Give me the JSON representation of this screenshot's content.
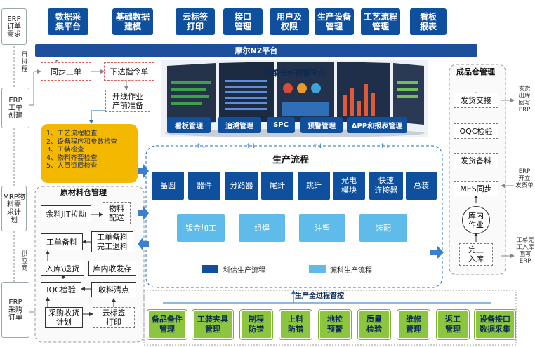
{
  "top_modules": [
    "数据采\n集平台",
    "基础数据\n建模",
    "云标签\n打印",
    "接口\n管理",
    "用户及\n权限",
    "生产设备\n管理",
    "工艺流程\n管理",
    "看板\n报表"
  ],
  "platform": "摩尔N2平台",
  "decision": {
    "title": "决策分析预警平台",
    "modules": [
      "看板管理",
      "追溯管理",
      "SPC",
      "预警管理",
      "APP和报表管理"
    ]
  },
  "left_erp": {
    "order_demand": "ERP\n订单\n需求",
    "monthly_schedule": "月\n排\n程",
    "work_order_create": "ERP\n工单\n创建",
    "mrp_plan": "MRP物\n料需\n求计\n划",
    "supply": "供\n应\n商",
    "purchase_order": "ERP\n采购\n订单"
  },
  "flow_top": {
    "sync_work_order": "同步工单",
    "issue_order": "下达指令单",
    "pre_production": "开线作业\n产前准备"
  },
  "checklist": [
    "1、工艺流程检查",
    "2、设备程序和参数检查",
    "3、工装检查",
    "4、物料齐套检查",
    "5、人员资质检查"
  ],
  "raw_warehouse": {
    "title": "原材料仓管理",
    "jit": "余料JIT拉动",
    "delivery": "物料\n配送",
    "wo_material": "工单备料",
    "wo_return": "工单备料\n完工退料",
    "inbound_return": "入库\\退货",
    "stock": "库内收发存",
    "iqc": "IQC检验",
    "receive": "收料清点",
    "purchase_plan": "采购收货\n计划",
    "cloud_label": "云标签\n打印"
  },
  "production": {
    "title": "生产流程",
    "row1": [
      "晶圆",
      "器件",
      "分路器",
      "尾纤",
      "跳纤",
      "光电\n模块",
      "快速\n连接器",
      "总装"
    ],
    "row2": [
      "钣金加工",
      "组焊",
      "注塑",
      "装配"
    ],
    "legend_dark": "科信生产流程",
    "legend_light": "源科生产流程",
    "control_label": "生产全过程管控"
  },
  "bottom_modules": [
    "备品备件\n管理",
    "工装夹具\n管理",
    "制程\n防错",
    "上料\n防错",
    "地拉\n预警",
    "质量\n检验",
    "维修\n管理",
    "返工\n管理",
    "设备接口\n数据采集"
  ],
  "finished_warehouse": {
    "title": "成品仓管理",
    "ship_handover": "发货交接",
    "oqc": "OQC检验",
    "ship_prepare": "发货备料",
    "mes_sync": "MES同步",
    "in_warehouse": "库内\n作业",
    "finish_inbound": "完工\n入库"
  },
  "right_erp": {
    "ship_writeback": "发货\n出库\n回写\nERP",
    "erp_ship_order": "ERP\n开立\n发货单",
    "finish_writeback": "工单完\n工入库\n回写\nERP"
  },
  "colors": {
    "dark_blue": "#0e4f9e",
    "light_blue": "#5fbcea",
    "green": "#8cc63f",
    "orange": "#f5b800",
    "dashed_red": "#e05a5a"
  }
}
